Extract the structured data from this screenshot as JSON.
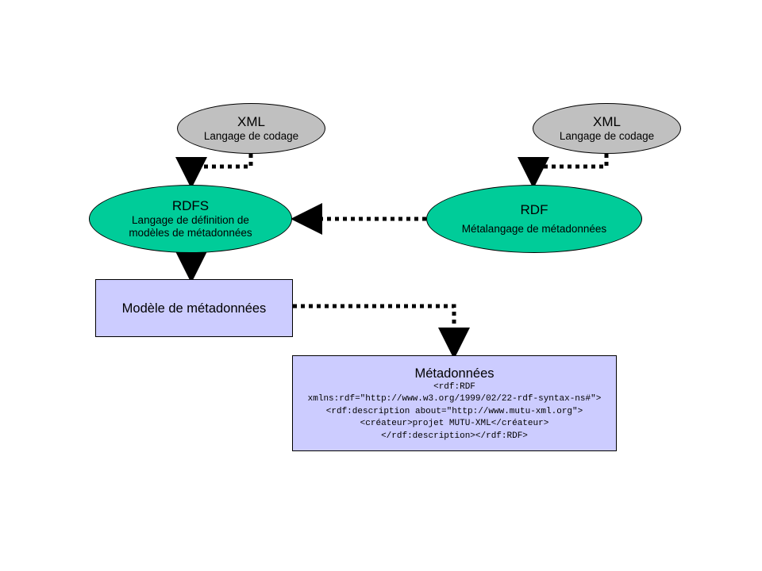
{
  "nodes": {
    "xml_left": {
      "title": "XML",
      "subtitle": "Langage de codage"
    },
    "xml_right": {
      "title": "XML",
      "subtitle": "Langage de codage"
    },
    "rdfs": {
      "title": "RDFS",
      "subtitle_line1": "Langage de définition de",
      "subtitle_line2": "modèles de métadonnées"
    },
    "rdf": {
      "title": "RDF",
      "subtitle": "Métalangage de métadonnées"
    },
    "modele": {
      "title": "Modèle de métadonnées"
    },
    "metadonnees": {
      "title": "Métadonnées",
      "code_lines": [
        "<rdf:RDF",
        "xmlns:rdf=\"http://www.w3.org/1999/02/22-rdf-syntax-ns#\">",
        "<rdf:description about=\"http://www.mutu-xml.org\">",
        "<créateur>projet MUTU-XML</créateur>",
        "</rdf:description></rdf:RDF>"
      ]
    }
  },
  "colors": {
    "xml_fill": "#c0c0c0",
    "rdf_fill": "#00cc99",
    "box_fill": "#ccccff",
    "connector": "#000000"
  }
}
